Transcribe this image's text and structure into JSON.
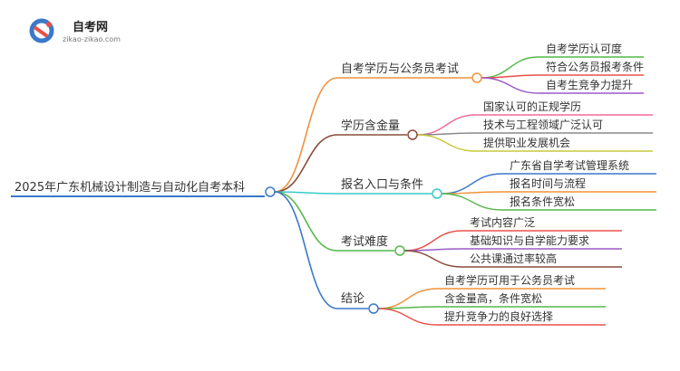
{
  "logo": {
    "name": "自考网",
    "url": "zikao-zikao.com"
  },
  "root": {
    "label": "2025年广东机械设计制造与自动化自考本科",
    "color": "#3a78c9"
  },
  "branches": [
    {
      "label": "自考学历与公务员考试",
      "color": "#f0923a",
      "children": [
        {
          "label": "自考学历认可度",
          "color": "#54b848"
        },
        {
          "label": "符合公务员报考条件",
          "color": "#e8504a"
        },
        {
          "label": "自考生竞争力提升",
          "color": "#9b59c9"
        }
      ]
    },
    {
      "label": "学历含金量",
      "color": "#8a4b3a",
      "children": [
        {
          "label": "国家认可的正规学历",
          "color": "#f06a9a"
        },
        {
          "label": "技术与工程领域广泛认可",
          "color": "#8a8a8a"
        },
        {
          "label": "提供职业发展机会",
          "color": "#c9c93a"
        }
      ]
    },
    {
      "label": "报名入口与条件",
      "color": "#3ac9c9",
      "children": [
        {
          "label": "广东省自学考试管理系统",
          "color": "#3a78c9"
        },
        {
          "label": "报名时间与流程",
          "color": "#f0923a"
        },
        {
          "label": "报名条件宽松",
          "color": "#54b848"
        }
      ]
    },
    {
      "label": "考试难度",
      "color": "#54b848",
      "children": [
        {
          "label": "考试内容广泛",
          "color": "#e8504a"
        },
        {
          "label": "基础知识与自学能力要求",
          "color": "#9b59c9"
        },
        {
          "label": "公共课通过率较高",
          "color": "#8a4b3a"
        }
      ]
    },
    {
      "label": "结论",
      "color": "#3a78c9",
      "children": [
        {
          "label": "自考学历可用于公务员考试",
          "color": "#f0923a"
        },
        {
          "label": "含金量高，条件宽松",
          "color": "#54b848"
        },
        {
          "label": "提升竞争力的良好选择",
          "color": "#e8504a"
        }
      ]
    }
  ]
}
